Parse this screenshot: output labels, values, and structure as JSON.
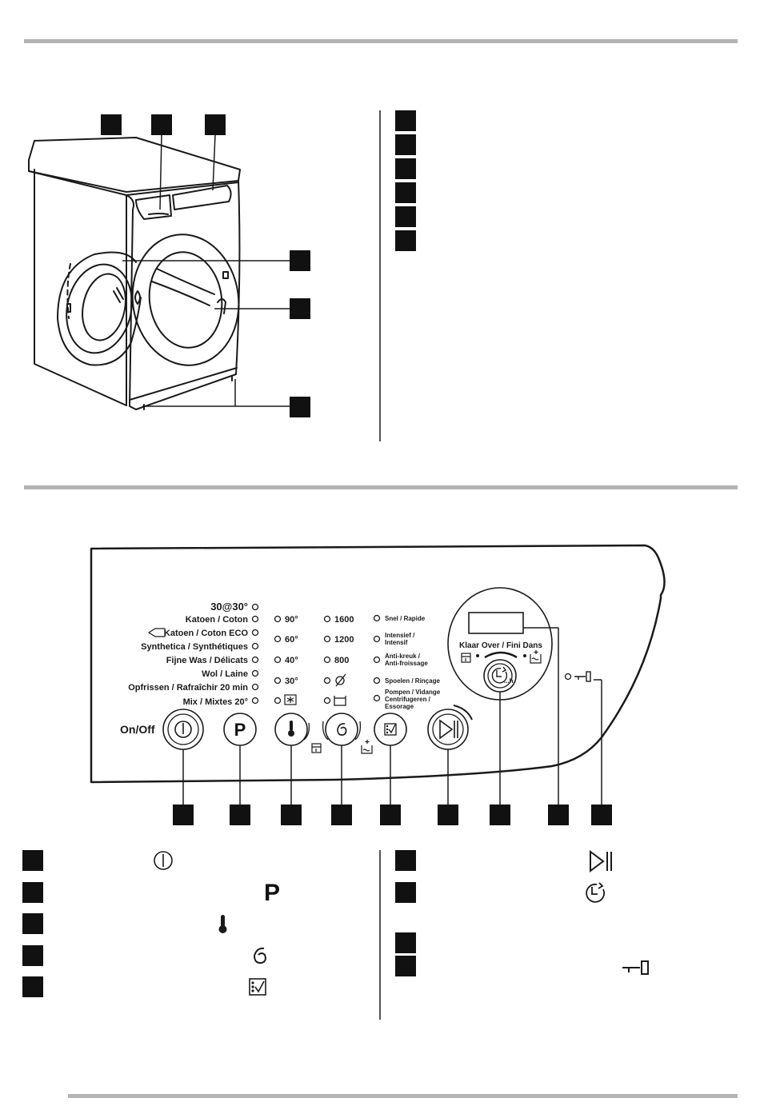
{
  "colors": {
    "rule": "#b3b3b3",
    "marker": "#111111",
    "line": "#1a1a1a"
  },
  "programmes": [
    "30@30°",
    "Katoen / Coton",
    "Katoen / Coton ECO",
    "Synthetica / Synthétiques",
    "Fijne Was / Délicats",
    "Wol / Laine",
    "Opfrissen / Rafraîchir 20 min",
    "Mix / Mixtes 20°"
  ],
  "temperatures": [
    "90°",
    "60°",
    "40°",
    "30°"
  ],
  "spin_speeds": [
    "1600",
    "1200",
    "800"
  ],
  "options": [
    [
      "Snel / Rapide"
    ],
    [
      "Intensief /",
      "Intensif"
    ],
    [
      "Anti-kreuk /",
      "Anti-froissage"
    ],
    [
      "Spoelen / Rinçage"
    ],
    [
      "Pompen / Vidange",
      "Centrifugeren /",
      "Essorage"
    ]
  ],
  "display_label": "Klaar Over / Fini Dans",
  "onoff_label": "On/Off",
  "program_button_letter": "P",
  "legend_left_icons": [
    "power-icon",
    "program-icon",
    "temperature-icon",
    "spin-icon",
    "option-icon"
  ],
  "legend_right_icons": [
    "start-pause-icon",
    "delay-start-icon",
    "",
    "child-lock-icon"
  ]
}
